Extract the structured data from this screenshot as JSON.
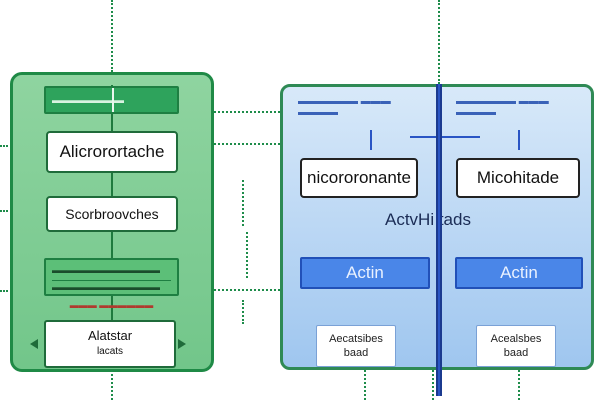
{
  "colors": {
    "green_panel": "#78c98f",
    "green_border": "#1f8a46",
    "blue_panel": "#b9d6f4",
    "blue_accent": "#2a55c4",
    "action_fill": "#4a86e8"
  },
  "left_panel": {
    "header": "▬▬▬▬▬▬▬▬",
    "box1": "Alicrorortache",
    "box2": "Scorbroovches",
    "bar_line1": "▬▬▬▬▬▬▬▬▬▬▬▬",
    "bar_line2": "▬▬▬▬▬▬▬▬▬▬▬▬",
    "sublabel": "▬▬▬ ▬▬▬▬▬▬",
    "bottom_line1": "Alatstar",
    "bottom_line2": "lacats"
  },
  "right_panel": {
    "header_left": "▬▬▬▬▬▬ ▬▬▬ ▬▬▬▬",
    "header_right": "▬▬▬▬▬▬ ▬▬▬ ▬▬▬▬",
    "box_left": "nicororonante",
    "box_right": "Micohitade",
    "middle_label": "ActvHi tads",
    "action_left": "Actin",
    "action_right": "Actin",
    "small_left_line1": "Aecatsibes",
    "small_left_line2": "baad",
    "small_right_line1": "Acealsbes",
    "small_right_line2": "baad"
  }
}
